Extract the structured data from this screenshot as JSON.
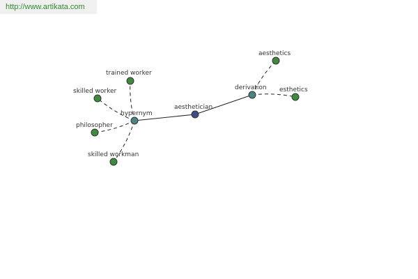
{
  "header": {
    "url": "http://www.artikata.com"
  },
  "graph": {
    "colors": {
      "center": "#404c88",
      "relation": "#4a8580",
      "leaf": "#3f8a3f",
      "node_stroke": "#333333"
    },
    "nodes": [
      {
        "id": "aesthetician",
        "label": "aesthetician",
        "kind": "center"
      },
      {
        "id": "hypernym",
        "label": "hypernym",
        "kind": "relation"
      },
      {
        "id": "derivation",
        "label": "derivation",
        "kind": "relation"
      },
      {
        "id": "trained-worker",
        "label": "trained worker",
        "kind": "leaf"
      },
      {
        "id": "skilled-worker",
        "label": "skilled worker",
        "kind": "leaf"
      },
      {
        "id": "philosopher",
        "label": "philosopher",
        "kind": "leaf"
      },
      {
        "id": "skilled-workman",
        "label": "skilled workman",
        "kind": "leaf"
      },
      {
        "id": "aesthetics",
        "label": "aesthetics",
        "kind": "leaf"
      },
      {
        "id": "esthetics",
        "label": "esthetics",
        "kind": "leaf"
      }
    ],
    "edges": [
      {
        "from": "hypernym",
        "to": "aesthetician",
        "style": "solid"
      },
      {
        "from": "aesthetician",
        "to": "derivation",
        "style": "solid"
      },
      {
        "from": "hypernym",
        "to": "trained-worker",
        "style": "dashed"
      },
      {
        "from": "hypernym",
        "to": "skilled-worker",
        "style": "dashed"
      },
      {
        "from": "hypernym",
        "to": "philosopher",
        "style": "dashed"
      },
      {
        "from": "hypernym",
        "to": "skilled-workman",
        "style": "dashed"
      },
      {
        "from": "derivation",
        "to": "aesthetics",
        "style": "dashed"
      },
      {
        "from": "derivation",
        "to": "esthetics",
        "style": "dashed"
      }
    ]
  }
}
